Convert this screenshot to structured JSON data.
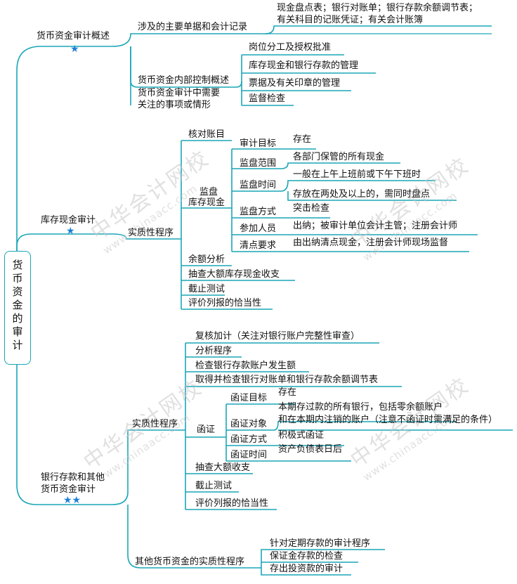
{
  "root": {
    "label": "货币资金的审计"
  },
  "stars": {
    "one": "★",
    "two": "★★"
  },
  "watermark": {
    "cn": "中华会计网校",
    "url": "www.chinaacc.com"
  },
  "sec1": {
    "title": "货币资金审计概述",
    "docs": "涉及的主要单据和会计记录",
    "docs_detail_1": "现金盘点表；银行对账单；银行存款余额调节表；",
    "docs_detail_2": "有关科目的记账凭证；有关会计账簿",
    "internal": "货币资金内部控制概述",
    "internal_items": [
      "岗位分工及授权批准",
      "库存现金和银行存款的管理",
      "票据及有关印章的管理",
      "监督检查"
    ],
    "concern_1": "货币资金审计中需要",
    "concern_2": "关注的事项或情形"
  },
  "sec2": {
    "title": "库存现金审计",
    "substantive": "实质性程序",
    "check_books": "核对账目",
    "count_1": "监盘",
    "count_2": "库存现金",
    "count_items": [
      {
        "label": "审计目标",
        "values": [
          "存在"
        ]
      },
      {
        "label": "监盘范围",
        "values": [
          "各部门保管的所有现金"
        ]
      },
      {
        "label": "监盘时间",
        "values": [
          "一般在上午上班前或下午下班时",
          "存放在两处及以上的，需同时盘点"
        ]
      },
      {
        "label": "监盘方式",
        "values": [
          "突击检查"
        ]
      },
      {
        "label": "参加人员",
        "values": [
          "出纳；被审计单位会计主管；注册会计师"
        ]
      },
      {
        "label": "清点要求",
        "values": [
          "由出纳清点现金，注册会计师现场监督"
        ]
      }
    ],
    "others": [
      "余额分析",
      "抽查大额库存现金收支",
      "截止测试",
      "评价列报的恰当性"
    ]
  },
  "sec3": {
    "title_1": "银行存款和其他",
    "title_2": "货币资金审计",
    "substantive": "实质性程序",
    "items_top": [
      "复核加计（关注对银行账户完整性审查）",
      "分析程序",
      "检查银行存款账户发生额",
      "取得并检查银行对账单和银行存款余额调节表"
    ],
    "confirm": "函证",
    "confirm_items": [
      {
        "label": "函证目标",
        "values": [
          "存在"
        ]
      },
      {
        "label": "函证对象",
        "values": [
          "本期存过款的所有银行，包括零余额账户",
          "和在本期内注销的账户（注意不函证时需满足的条件）"
        ]
      },
      {
        "label": "函证方式",
        "values": [
          "积极式函证"
        ]
      },
      {
        "label": "函证时间",
        "values": [
          "资产负债表日后"
        ]
      }
    ],
    "items_bottom": [
      "抽查大额收支",
      "截止测试",
      "评价列报的恰当性"
    ],
    "other": "其他货币资金的实质性程序",
    "other_items": [
      "针对定期存款的审计程序",
      "保证金存款的检查",
      "存出投资款的审计"
    ]
  }
}
